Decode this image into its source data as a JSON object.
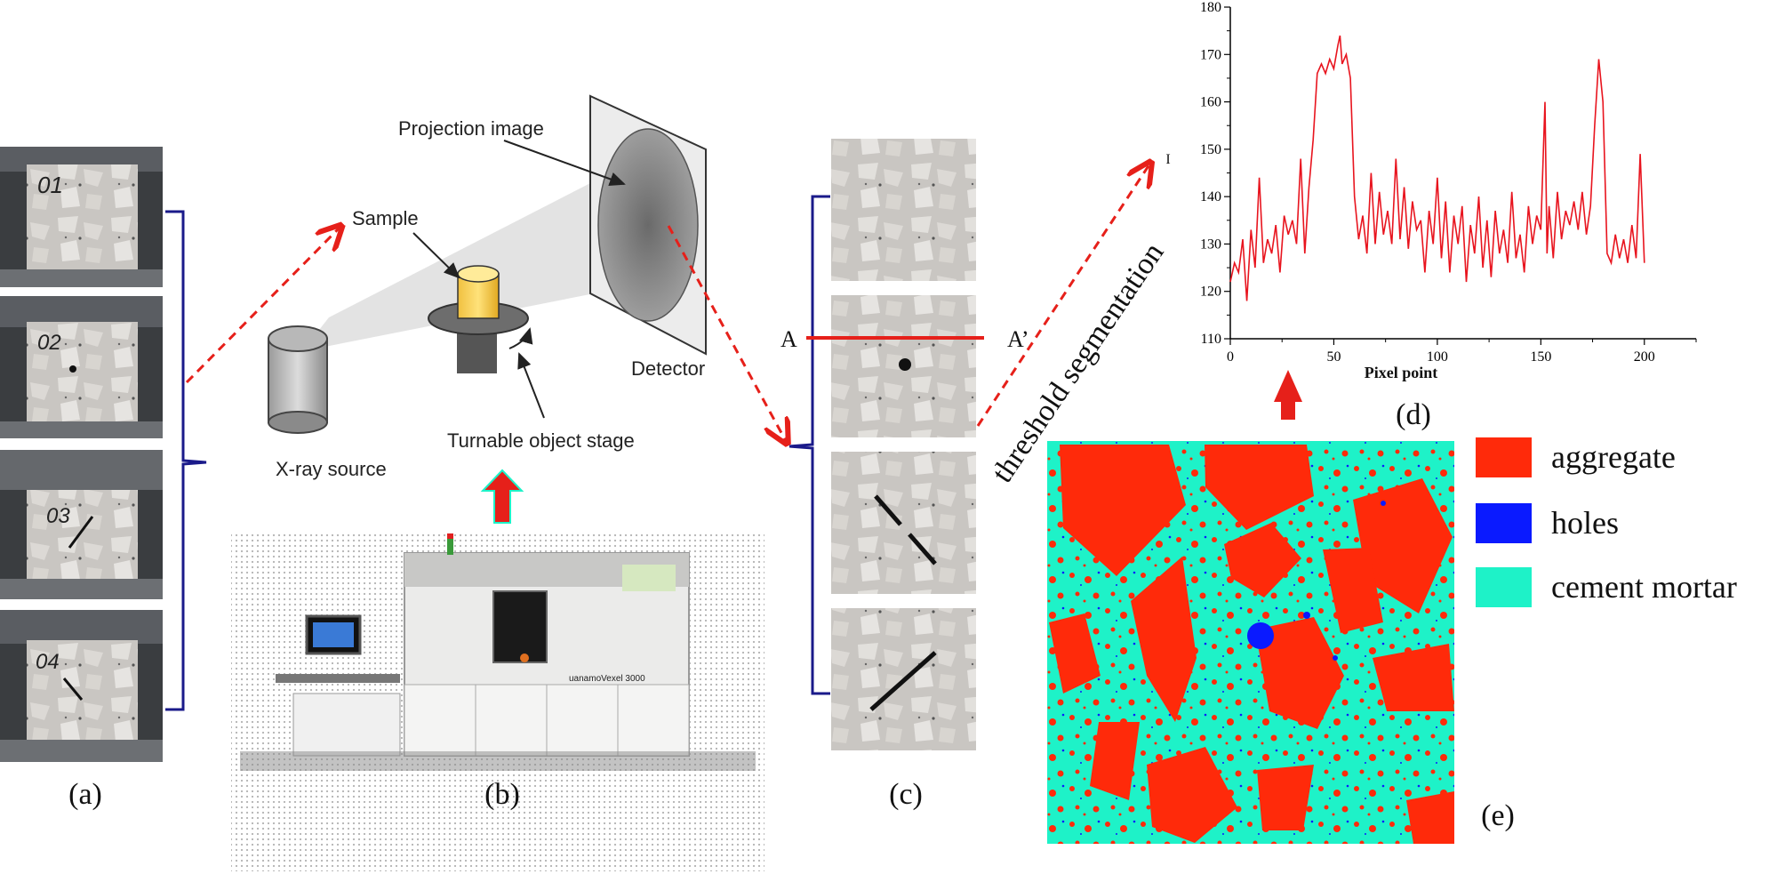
{
  "panels": {
    "a": {
      "label": "(a)",
      "samples": [
        "01",
        "02",
        "03",
        "04"
      ]
    },
    "b": {
      "label": "(b)",
      "projection_image": "Projection image",
      "sample": "Sample",
      "detector": "Detector",
      "xray_source": "X-ray source",
      "stage": "Turnable object stage",
      "machine_brand": "uanamoVexel 3000"
    },
    "c": {
      "label": "(c)",
      "line_start": "A",
      "line_end": "A’"
    },
    "arrow_text": "threshold segmentation",
    "d": {
      "label": "(d)"
    },
    "e": {
      "label": "(e)",
      "legend": [
        {
          "name": "aggregate",
          "color": "#ff2a0a"
        },
        {
          "name": "holes",
          "color": "#0a1aff"
        },
        {
          "name": "cement mortar",
          "color": "#1ef2c8"
        }
      ]
    }
  },
  "colors": {
    "arrow_red": "#e6201a",
    "brace_blue": "#1a1a8a",
    "plot_line": "#e8141e"
  },
  "chart_data": {
    "type": "line",
    "title": "",
    "xlabel": "Pixel point",
    "ylabel": "I",
    "xlim": [
      0,
      225
    ],
    "ylim": [
      110,
      180
    ],
    "xticks": [
      0,
      50,
      100,
      150,
      200
    ],
    "yticks": [
      110,
      120,
      130,
      140,
      150,
      160,
      170,
      180
    ],
    "grid": false,
    "series": [
      {
        "name": "",
        "x": [
          0,
          2,
          4,
          6,
          8,
          10,
          12,
          14,
          16,
          18,
          20,
          22,
          24,
          26,
          28,
          30,
          32,
          34,
          36,
          38,
          40,
          42,
          44,
          46,
          48,
          50,
          52,
          53,
          54,
          56,
          58,
          60,
          62,
          64,
          66,
          68,
          70,
          72,
          74,
          76,
          78,
          80,
          82,
          84,
          86,
          88,
          90,
          92,
          94,
          96,
          98,
          100,
          102,
          104,
          106,
          108,
          110,
          112,
          114,
          116,
          118,
          120,
          122,
          124,
          126,
          128,
          130,
          132,
          134,
          136,
          138,
          140,
          142,
          144,
          146,
          148,
          150,
          152,
          153,
          154,
          156,
          158,
          160,
          162,
          164,
          166,
          168,
          170,
          172,
          174,
          176,
          178,
          180,
          182,
          184,
          186,
          188,
          190,
          192,
          194,
          196,
          198,
          200
        ],
        "values": [
          122,
          126,
          124,
          131,
          118,
          133,
          125,
          144,
          126,
          131,
          128,
          134,
          124,
          136,
          132,
          135,
          130,
          148,
          128,
          142,
          152,
          166,
          168,
          166,
          169,
          167,
          172,
          174,
          168,
          170,
          165,
          140,
          131,
          136,
          128,
          145,
          130,
          141,
          132,
          137,
          130,
          148,
          131,
          142,
          129,
          139,
          133,
          135,
          124,
          137,
          130,
          144,
          127,
          139,
          124,
          136,
          130,
          138,
          122,
          134,
          128,
          140,
          125,
          135,
          123,
          137,
          128,
          133,
          126,
          141,
          127,
          132,
          124,
          138,
          130,
          136,
          133,
          160,
          128,
          138,
          127,
          141,
          131,
          137,
          134,
          139,
          133,
          141,
          132,
          138,
          155,
          169,
          160,
          128,
          126,
          132,
          127,
          131,
          126,
          134,
          127,
          149,
          126
        ]
      }
    ]
  }
}
